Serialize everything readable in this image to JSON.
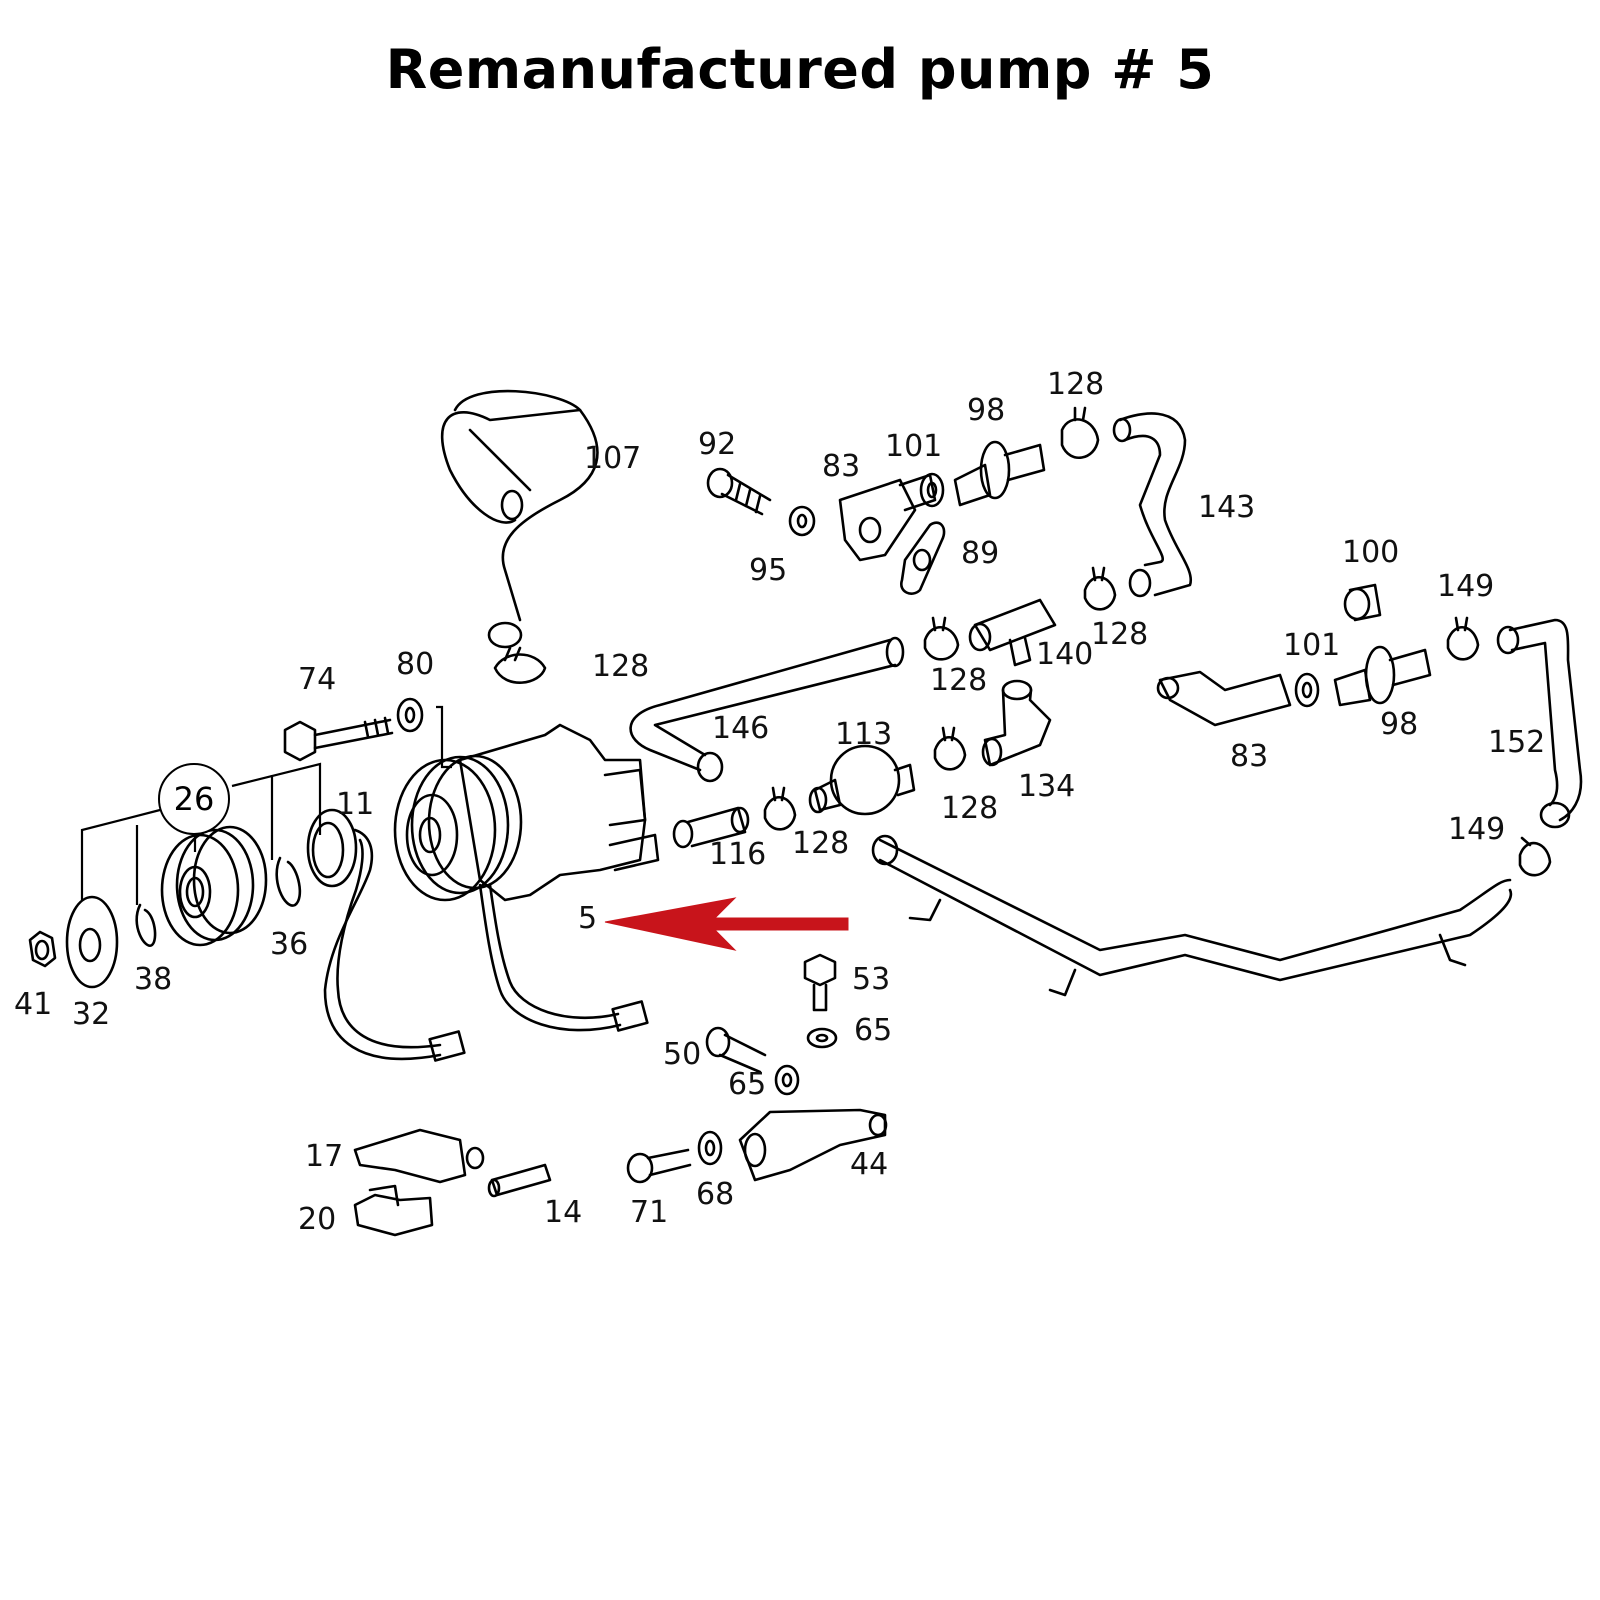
{
  "title": "Remanufactured pump # 5",
  "highlight": {
    "part_number": "5",
    "arrow_color": "#c8141b",
    "direction": "left"
  },
  "group": {
    "label": "26",
    "members": [
      "32",
      "38",
      "36",
      "11"
    ]
  },
  "labels": {
    "l107": "107",
    "l92": "92",
    "l83a": "83",
    "l101a": "101",
    "l98a": "98",
    "l128a": "128",
    "l143": "143",
    "l95": "95",
    "l89": "89",
    "l128b": "128",
    "l100": "100",
    "l149a": "149",
    "l128c": "128",
    "l140": "140",
    "l128d": "128",
    "l101b": "101",
    "l80": "80",
    "l74": "74",
    "l146": "146",
    "l113": "113",
    "l83b": "83",
    "l98b": "98",
    "l152": "152",
    "l128e": "128",
    "l134": "134",
    "l11": "11",
    "l128f": "128",
    "l116": "116",
    "l149b": "149",
    "l36": "36",
    "l38": "38",
    "l41": "41",
    "l32": "32",
    "l5": "5",
    "l53": "53",
    "l65a": "65",
    "l50": "50",
    "l65b": "65",
    "l17": "17",
    "l44": "44",
    "l20": "20",
    "l14": "14",
    "l71": "71",
    "l68": "68"
  }
}
